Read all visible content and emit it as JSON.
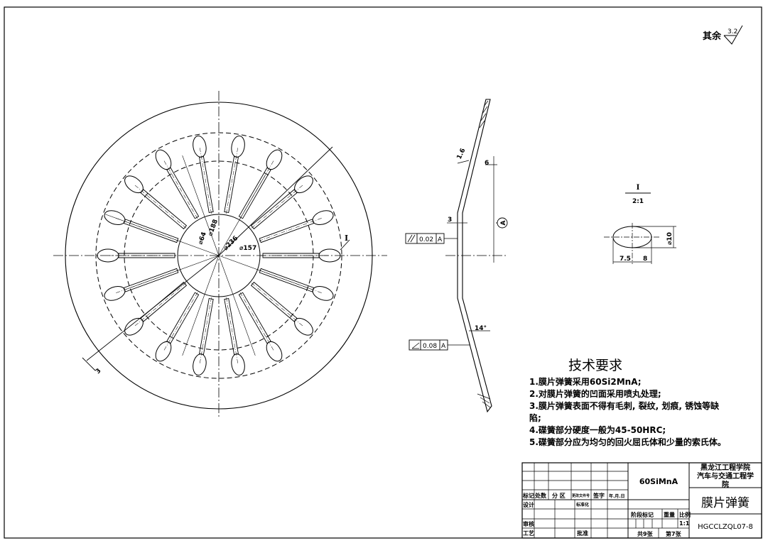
{
  "roughness": {
    "label": "其余",
    "value": "3.2"
  },
  "front_view": {
    "dims": {
      "d64": "⌀64",
      "d188": "⌀188",
      "d236": "⌀236",
      "d157": "⌀157",
      "thick": "3"
    },
    "detail_ref": "I"
  },
  "section_view": {
    "dims": {
      "t16": "1.6",
      "d6": "6",
      "d3": "3",
      "angle": "14°"
    },
    "datum": "A",
    "tol_flatness": {
      "value": "0.02",
      "datum": "A"
    },
    "tol_angularity": {
      "value": "0.08",
      "datum": "A"
    }
  },
  "detail_view": {
    "name": "I",
    "scale": "2:1",
    "d10": "⌀10",
    "d75": "7.5",
    "d8": "8"
  },
  "requirements": {
    "title": "技术要求",
    "items": [
      "1.膜片弹簧采用60Si2MnA;",
      "2.对膜片弹簧的凹面采用喷丸处理;",
      "3.膜片弹簧表面不得有毛刺, 裂纹, 划痕, 锈蚀等缺",
      "陷;",
      "4.碟簧部分硬度一般为45-50HRC;",
      "5.碟簧部分应为均匀的回火屈氏体和少量的索氏体。"
    ]
  },
  "title_block": {
    "school": "黑龙江工程学院",
    "dept_line1": "汽车与交通工程学",
    "dept_line2": "院",
    "material": "60SiMnA",
    "part_name": "膜片弹簧",
    "drawing_no": "HGCCLZQL07-8",
    "scale_value": "1:1",
    "labels": {
      "biaoji": "标记",
      "chushu": "处数",
      "fenqu": "分 区",
      "gengai": "更改文件号",
      "qianzi": "签字",
      "riqi": "年.月.日",
      "sheji": "设计",
      "biaozhunhua": "标准化",
      "jieduan": "阶段标记",
      "zhongliang": "重量",
      "bili": "比例",
      "shenhe": "审核",
      "gongyi": "工艺",
      "pizhun": "批准",
      "total": "共9张",
      "sheet": "第7张"
    }
  }
}
